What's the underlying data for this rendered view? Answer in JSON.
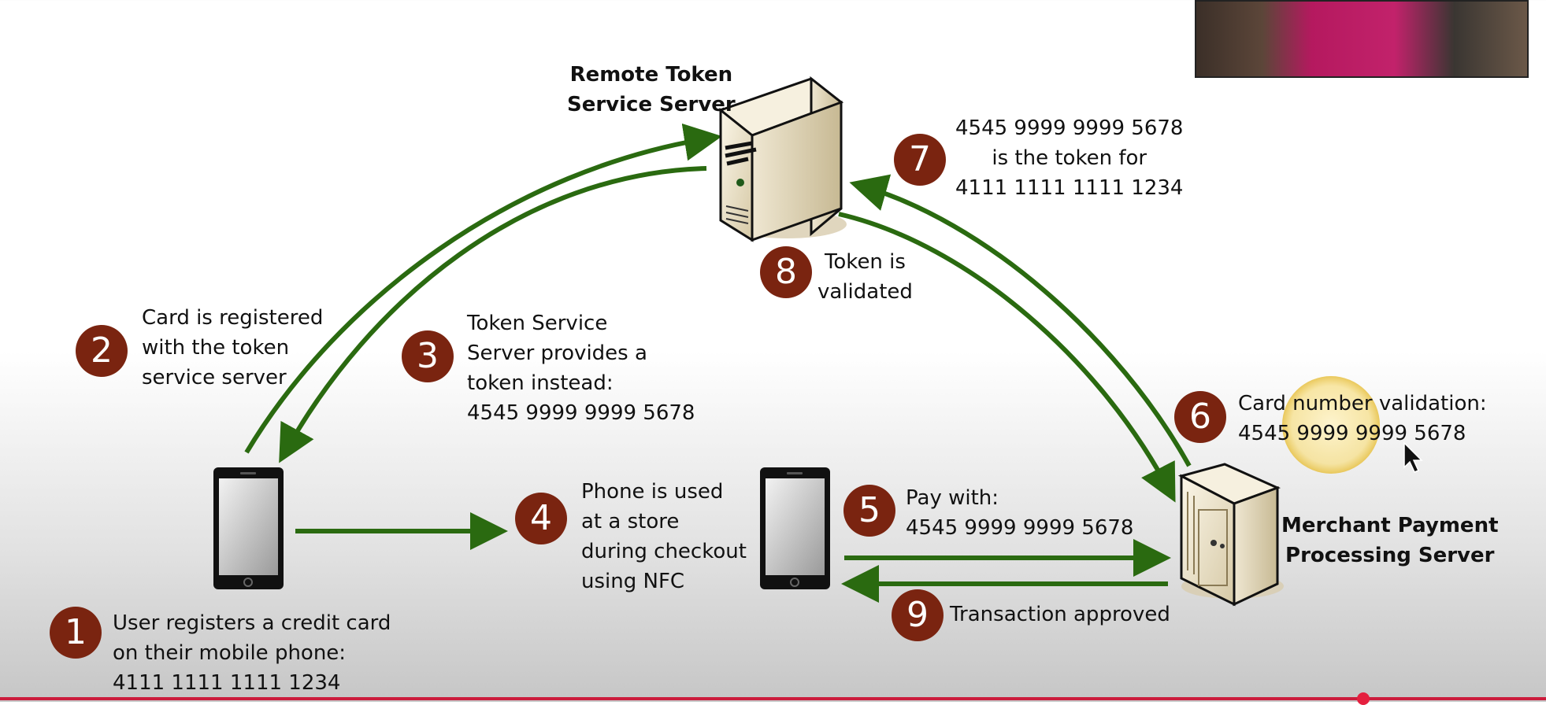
{
  "colors": {
    "arrow": "#2a6a10",
    "badge": "#7a2410",
    "progress": "#cc1c3c"
  },
  "nodes": {
    "token_server": {
      "label_line1": "Remote Token",
      "label_line2": "Service Server",
      "icon": "server-tower-icon"
    },
    "merchant_server": {
      "label_line1": "Merchant Payment",
      "label_line2": "Processing Server",
      "icon": "server-cabinet-icon"
    },
    "phone_registration": {
      "icon": "mobile-phone-icon"
    },
    "phone_store": {
      "icon": "mobile-phone-icon"
    }
  },
  "steps": [
    {
      "number": "1",
      "lines": [
        "User registers a credit card",
        "on their mobile phone:",
        "4111 1111 1111 1234"
      ]
    },
    {
      "number": "2",
      "lines": [
        "Card is registered",
        "with the token",
        "service server"
      ]
    },
    {
      "number": "3",
      "lines": [
        "Token Service",
        "Server provides a",
        "token instead:",
        "4545 9999 9999 5678"
      ]
    },
    {
      "number": "4",
      "lines": [
        "Phone is used",
        "at a store",
        "during checkout",
        "using NFC"
      ]
    },
    {
      "number": "5",
      "lines": [
        "Pay with:",
        "4545 9999 9999 5678"
      ]
    },
    {
      "number": "6",
      "lines": [
        "Card number validation:",
        "4545 9999 9999 5678"
      ]
    },
    {
      "number": "7",
      "lines": [
        "4545 9999 9999 5678",
        "is the token for",
        "4111 1111 1111 1234"
      ]
    },
    {
      "number": "8",
      "lines": [
        "Token is",
        "validated"
      ]
    },
    {
      "number": "9",
      "lines": [
        "Transaction approved"
      ]
    }
  ]
}
